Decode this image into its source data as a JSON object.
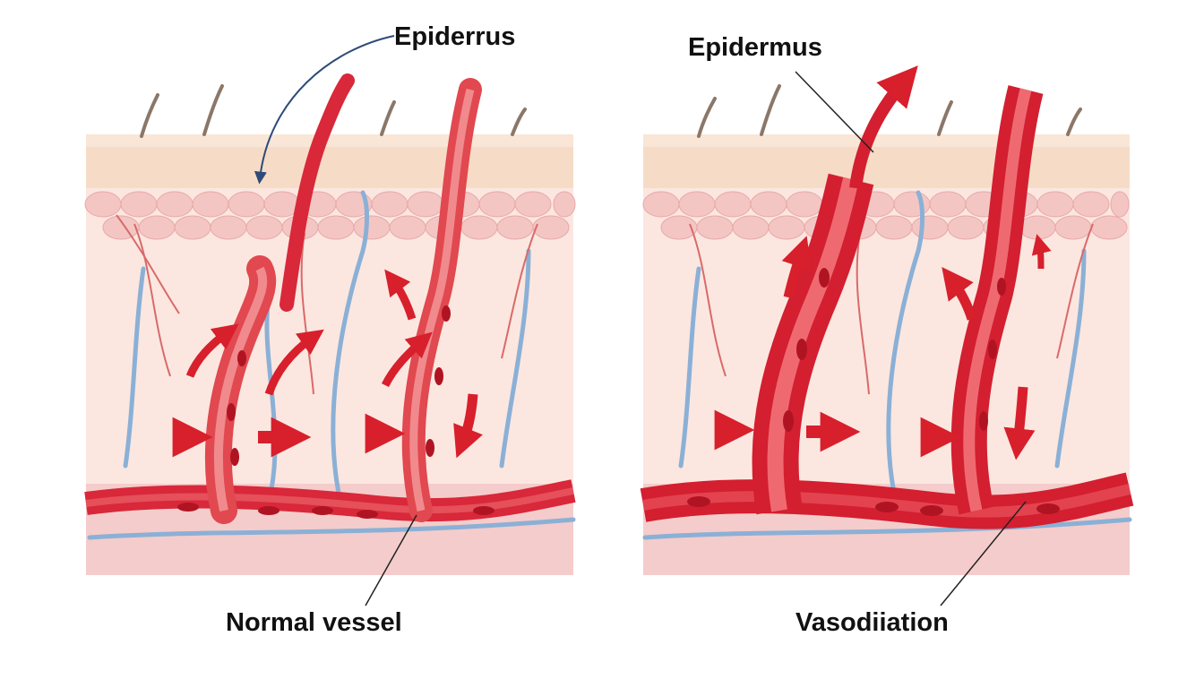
{
  "panels": [
    {
      "id": "left",
      "top_label": "Epiderrus",
      "bottom_label": "Normal vessel"
    },
    {
      "id": "right",
      "top_label": "Epidermus",
      "bottom_label": "Vasodiiation"
    }
  ],
  "colors": {
    "epidermis": "#f6dcc6",
    "epidermis_cells": "#f3c3c3",
    "dermis": "#fbe7e0",
    "artery": "#d8283a",
    "artery_light": "#e8606a",
    "vein": "#8bb0d6",
    "flow_arrow": "#d81f2c",
    "hair": "#8b7768",
    "leader_arrow": "#2d4a7a"
  }
}
